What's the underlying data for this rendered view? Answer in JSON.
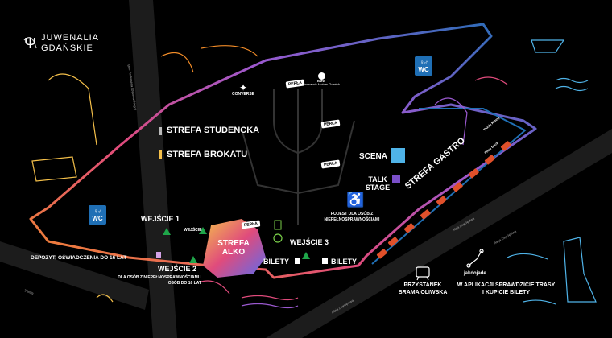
{
  "brand": {
    "line1": "JUWENALIA",
    "line2": "GDAŃSKIE"
  },
  "zones": {
    "strefa_studencka": "STREFA STUDENCKA",
    "strefa_brokatu": "STREFA BROKATU",
    "strefa_alko": "STREFA ALKO",
    "strefa_gastro": "STREFA GASTRO",
    "scena": "SCENA",
    "talk_stage": "TALK STAGE"
  },
  "entrances": {
    "wejscie1": "WEJŚCIE 1",
    "wejscie2": "WEJŚCIE 2",
    "wejscie3": "WEJŚCIE 3",
    "wejscie_small": "WEJŚCIE"
  },
  "labels": {
    "depozyt": "DEPOZYT; OŚWIADCZENIA DO 16 LAT",
    "wejscie2_note": "DLA OSÓB Z NIEPEŁNOSPRAWNOŚCIAMI I OSÓB DO 16 LAT",
    "bilety_left": "BILETY",
    "bilety_right": "BILETY",
    "podest": "PODEST DLA OSÓB Z NIEPEŁNOSPRAWNOŚCIAMI",
    "przystanek": "PRZYSTANEK BRAMA OLIWSKA",
    "jakdojade": "jakdojade",
    "aplikacja": "W APLIKACJI SPRAWDZICIE TRASY I KUPICIE BILETY",
    "wc": "WC",
    "food_truck": "Food truck",
    "food_trucks": "Trucki Kimny"
  },
  "sponsors": {
    "perla": "PERŁA",
    "converse": "CONVERSE",
    "bmw": "BMW",
    "bmw_sub": "Browarnik Motors Gdańsk"
  },
  "streets": {
    "s1": "gen. Andersena (Dąbrowskiego)",
    "s2": "Aleja Zwycięstwa",
    "s3": "Aleja Zwycięstwa",
    "s4": "Aleja Zwycięstwa",
    "s5": "3 Maja"
  },
  "colors": {
    "background": "#000000",
    "route_orange": "#f28c28",
    "route_purple": "#9b59d0",
    "route_blue": "#1f6fb5",
    "scena_blue": "#4fb3e8",
    "talk_purple": "#7a4fc9",
    "entrance_green": "#1fa64a",
    "gastro_red": "#e0502a"
  }
}
